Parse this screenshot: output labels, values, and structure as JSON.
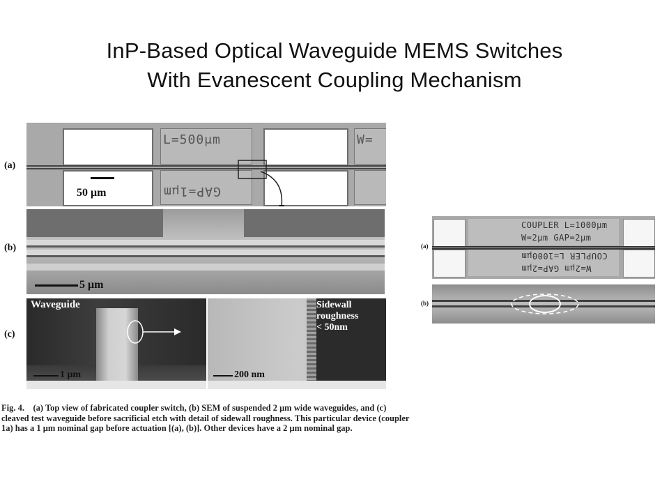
{
  "slide": {
    "title_line1": "InP-Based Optical Waveguide MEMS Switches",
    "title_line2": "With Evanescent Coupling Mechanism"
  },
  "left_figure": {
    "labels": {
      "a": "(a)",
      "b": "(b)",
      "c": "(c)"
    },
    "panel_a": {
      "scale": "50 μm",
      "text_top": "L=500μm",
      "text_mirrored": "GAP=1μm",
      "text_right": "W="
    },
    "panel_b": {
      "scale": "5 μm"
    },
    "panel_c": {
      "left_label": "Waveguide",
      "left_scale": "1 μm",
      "right_label_line1": "Sidewall",
      "right_label_line2": "roughness",
      "right_label_line3": "< 50nm",
      "right_scale": "200 nm"
    },
    "caption": {
      "prefix": "Fig. 4.",
      "text": "(a) Top view of fabricated coupler switch, (b) SEM of suspended 2 μm wide waveguides, and (c) cleaved test waveguide before sacrificial etch with detail of sidewall roughness. This particular device (coupler 1a) has a 1 μm nominal gap before actuation [(a), (b)]. Other devices have a 2 μm nominal gap."
    }
  },
  "right_figure": {
    "labels": {
      "a": "(a)",
      "b": "(b)"
    },
    "panel_a": {
      "line1": "COUPLER  L=1000μm",
      "line2": "W=2μm   GAP=2μm",
      "line3_mirrored": "COUPLER  L=1000μm",
      "line4_mirrored": "W=2μm   GAP=2μm"
    }
  }
}
